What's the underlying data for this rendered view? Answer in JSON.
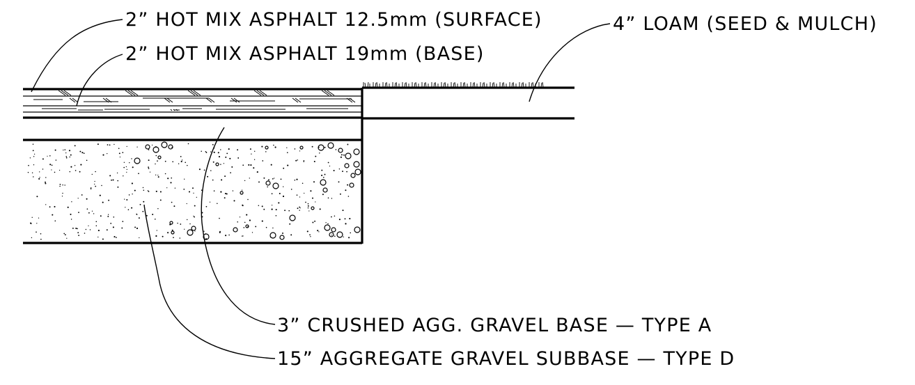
{
  "drawing": {
    "labels": {
      "surface_asphalt": "2” HOT MIX ASPHALT 12.5mm (SURFACE)",
      "base_asphalt": "2” HOT MIX ASPHALT 19mm (BASE)",
      "loam": "4” LOAM (SEED & MULCH)",
      "crushed_gravel": "3” CRUSHED AGG. GRAVEL BASE — TYPE A",
      "subbase_gravel": "15” AGGREGATE GRAVEL SUBBASE — TYPE D"
    }
  }
}
